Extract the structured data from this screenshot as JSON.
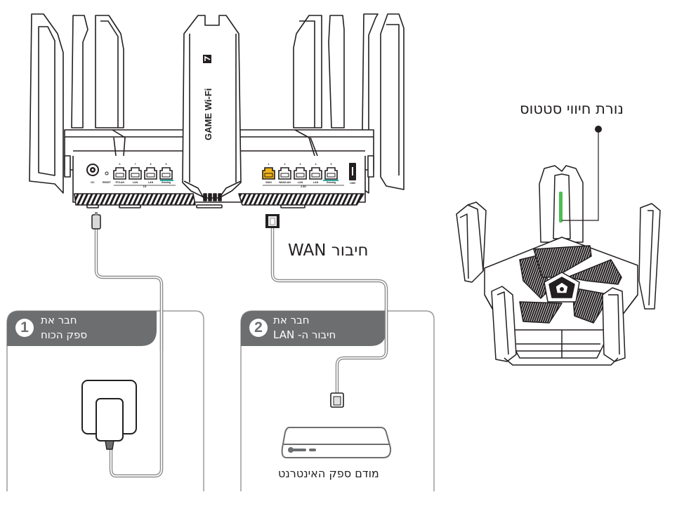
{
  "router_back": {
    "brand_text": "GAME Wi-Fi 7",
    "left_ports": {
      "power_label": "DC",
      "reset_label": "RESET",
      "ports": [
        {
          "number": "6",
          "label": "TP/LAN"
        },
        {
          "number": "7",
          "label": "LAN"
        },
        {
          "number": "8",
          "label": "LAN"
        },
        {
          "number": "9",
          "label": "Gaming"
        }
      ],
      "group_label": "1G"
    },
    "right_ports": {
      "ports": [
        {
          "number": "1",
          "label": "WAN"
        },
        {
          "number": "2",
          "label": "WAN/LAN"
        },
        {
          "number": "3",
          "label": "LAN"
        },
        {
          "number": "4",
          "label": "LAN"
        },
        {
          "number": "5",
          "label": "Gaming"
        }
      ],
      "group_label": "2.5G",
      "usb_label": "USB"
    }
  },
  "labels": {
    "wan_connection": "חיבור WAN",
    "status_light": "נורת חיווי סטטוס",
    "modem": "מודם ספק האינטרנט"
  },
  "steps": [
    {
      "number": "1",
      "line1": "חבר את",
      "line2": "ספק הכוח"
    },
    {
      "number": "2",
      "line1": "חבר את",
      "line2": "חיבור ה- LAN"
    }
  ],
  "colors": {
    "wan_port": "#f2b418",
    "gaming_accent": "#2aa89a",
    "status_led": "#4dbd52",
    "step_tab": "#6d6e70",
    "line": "#231f20",
    "cable": "#8a8a8a"
  }
}
